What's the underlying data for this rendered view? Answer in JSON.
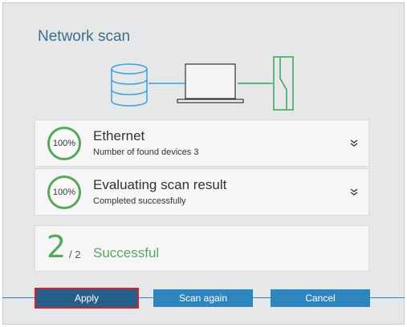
{
  "dialog": {
    "title": "Network scan"
  },
  "scan_items": [
    {
      "progress": "100%",
      "title": "Ethernet",
      "subtitle": "Number of found devices 3"
    },
    {
      "progress": "100%",
      "title": "Evaluating scan result",
      "subtitle": "Completed successfully"
    }
  ],
  "summary": {
    "count": "2",
    "total": "/ 2",
    "status": "Successful"
  },
  "buttons": {
    "apply": "Apply",
    "scan_again": "Scan again",
    "cancel": "Cancel"
  },
  "colors": {
    "accent": "#2e86c1",
    "success": "#57a85d",
    "apply_bg": "#245f8a",
    "focus_border": "#d8202a"
  },
  "icons": [
    "database-icon",
    "laptop-icon",
    "device-module-icon",
    "chevron-double-down-icon"
  ]
}
